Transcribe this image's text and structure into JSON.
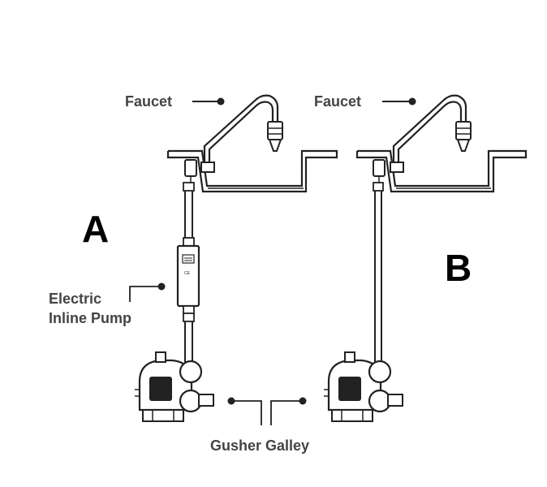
{
  "labels": {
    "faucet_a": "Faucet",
    "faucet_b": "Faucet",
    "letter_a": "A",
    "letter_b": "B",
    "inline_pump_line1": "Electric",
    "inline_pump_line2": "Inline Pump",
    "gusher_galley": "Gusher Galley",
    "pump_marking": "CE"
  },
  "colors": {
    "line": "#222222",
    "label_text": "#444444",
    "letter": "#000000",
    "background": "#ffffff"
  }
}
